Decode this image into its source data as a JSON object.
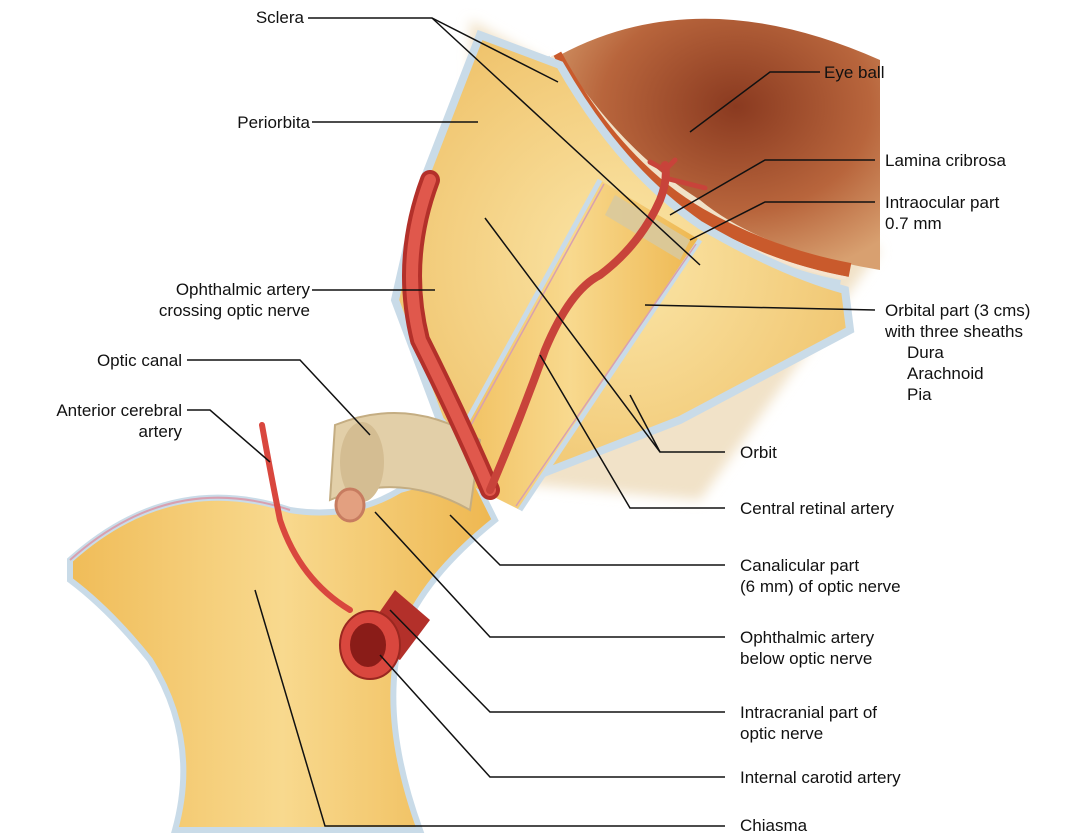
{
  "labels": {
    "sclera": "Sclera",
    "periorbita": "Periorbita",
    "ophthalmic_crossing_1": "Ophthalmic artery",
    "ophthalmic_crossing_2": "crossing optic nerve",
    "optic_canal": "Optic canal",
    "anterior_cerebral_1": "Anterior cerebral",
    "anterior_cerebral_2": "artery",
    "eye_ball": "Eye ball",
    "lamina_cribrosa": "Lamina cribrosa",
    "intraocular_1": "Intraocular part",
    "intraocular_2": "0.7 mm",
    "orbital_1": "Orbital part (3 cms)",
    "orbital_2": "with three sheaths",
    "sheath_dura": "Dura",
    "sheath_arachnoid": "Arachnoid",
    "sheath_pia": "Pia",
    "orbit": "Orbit",
    "central_retinal": "Central retinal artery",
    "canalicular_1": "Canalicular part",
    "canalicular_2": "(6 mm) of optic nerve",
    "ophthalmic_below_1": "Ophthalmic artery",
    "ophthalmic_below_2": "below optic nerve",
    "intracranial_1": "Intracranial part of",
    "intracranial_2": "optic nerve",
    "internal_carotid": "Internal carotid artery",
    "chiasma": "Chiasma"
  },
  "colors": {
    "fat": "#f5d68a",
    "fat_dark": "#e8b85a",
    "nerve": "#f2c25e",
    "nerve_light": "#f8dc94",
    "sheath": "#c9dbe8",
    "artery": "#d9473e",
    "artery_dark": "#b3302a",
    "eyeball": "#b8653c",
    "canal": "#e2cfa8",
    "leader": "#111111"
  }
}
